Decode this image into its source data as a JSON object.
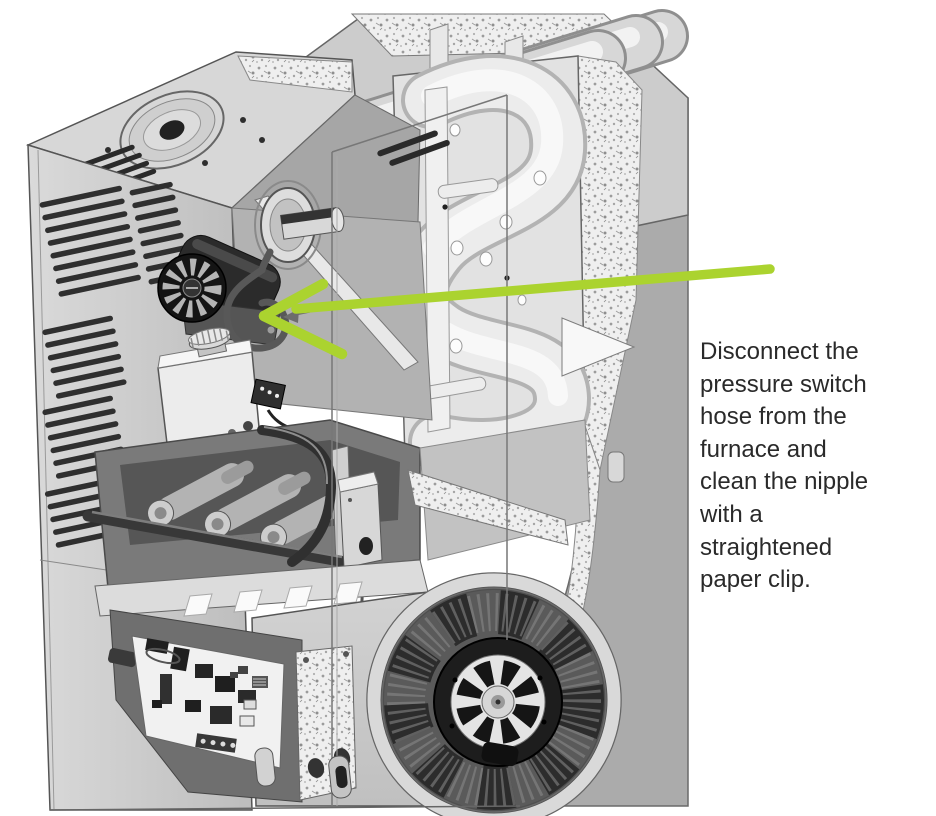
{
  "figure": {
    "type": "instructional-diagram",
    "subject": "Gas furnace cutaway illustration",
    "background_color": "#ffffff"
  },
  "annotation": {
    "text": "Disconnect the\npressure switch\nhose from the\nfurnace and\nclean the nipple\nwith a\nstraightened\npaper clip.",
    "text_color": "#2a2a2a",
    "arrow_color": "#abd32f"
  }
}
